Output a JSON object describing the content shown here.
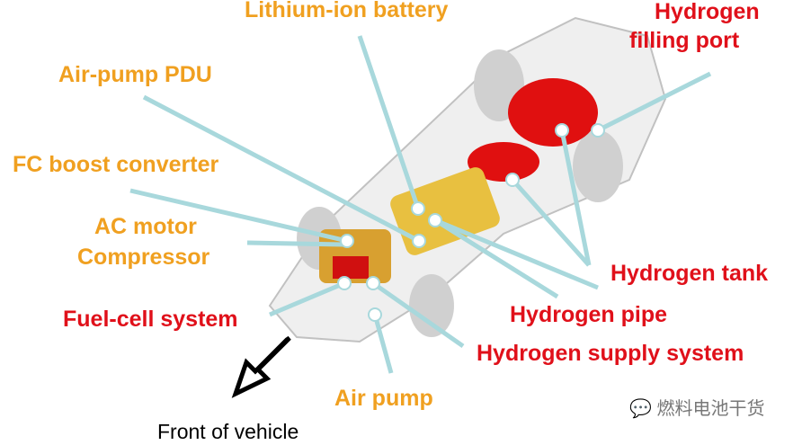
{
  "labels": {
    "battery": "Lithium-ion battery",
    "h2_port_1": "Hydrogen",
    "h2_port_2": "filling port",
    "air_pdu": "Air-pump PDU",
    "fc_boost": "FC boost converter",
    "ac_motor_1": "AC motor",
    "ac_motor_2": "Compressor",
    "fuel_cell": "Fuel-cell system",
    "h2_tank": "Hydrogen tank",
    "h2_pipe": "Hydrogen pipe",
    "h2_supply": "Hydrogen supply system",
    "air_pump": "Air pump",
    "front": "Front of vehicle"
  },
  "watermark": "燃料电池干货",
  "colors": {
    "orange": "#f0a020",
    "red": "#e0101a",
    "leader": "#a8d8dc"
  }
}
